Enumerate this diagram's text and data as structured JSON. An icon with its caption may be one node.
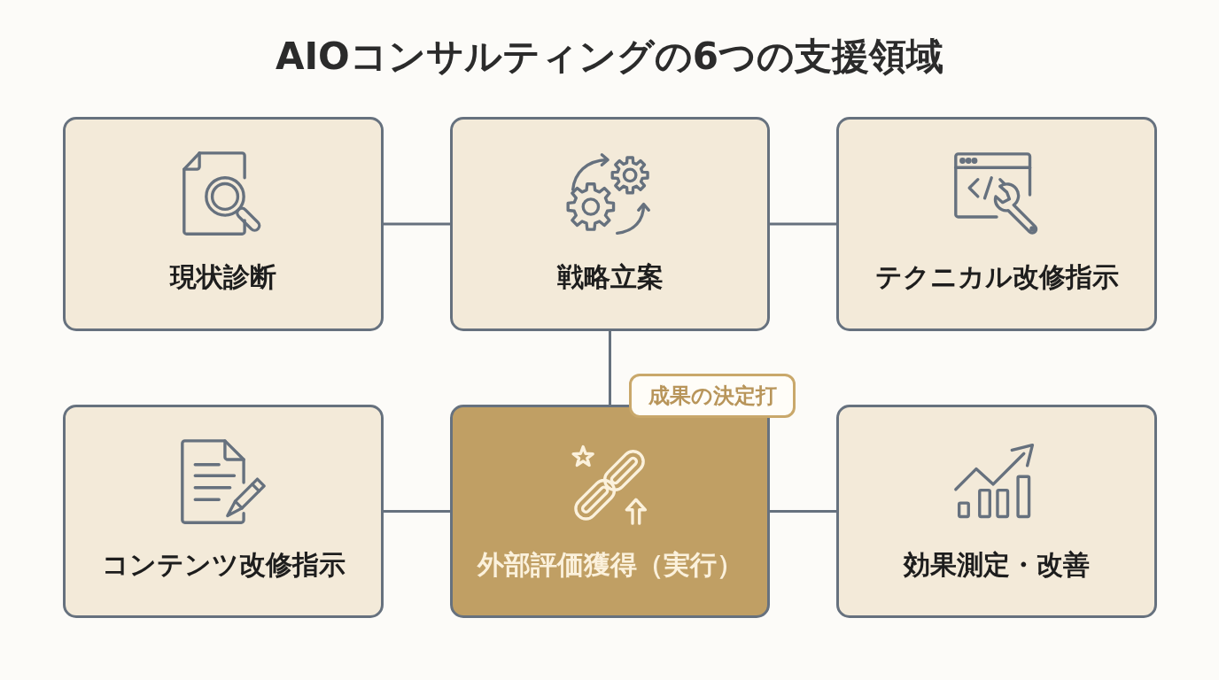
{
  "diagram": {
    "title": "AIOコンサルティングの6つの支援領域",
    "nodes": [
      {
        "text": [
          "現状診断"
        ]
      },
      {
        "text": [
          "戦略立案"
        ]
      },
      {
        "text": [
          "テクニカル改修指示"
        ]
      },
      {
        "text": [
          "コンテンツ改修指示"
        ]
      },
      {
        "text": [
          "外部評価獲得（実行）"
        ]
      },
      {
        "text": [
          "成果の決定打"
        ]
      },
      {
        "text": [
          "効果測定・改善"
        ]
      }
    ],
    "edges": [
      {
        "from": 0,
        "to": 1,
        "arrow": "none"
      },
      {
        "from": 1,
        "to": 2,
        "arrow": "none"
      },
      {
        "from": 1,
        "to": 4,
        "arrow": "none"
      },
      {
        "from": 3,
        "to": 4,
        "arrow": "none"
      },
      {
        "from": 4,
        "to": 6,
        "arrow": "none"
      }
    ]
  }
}
